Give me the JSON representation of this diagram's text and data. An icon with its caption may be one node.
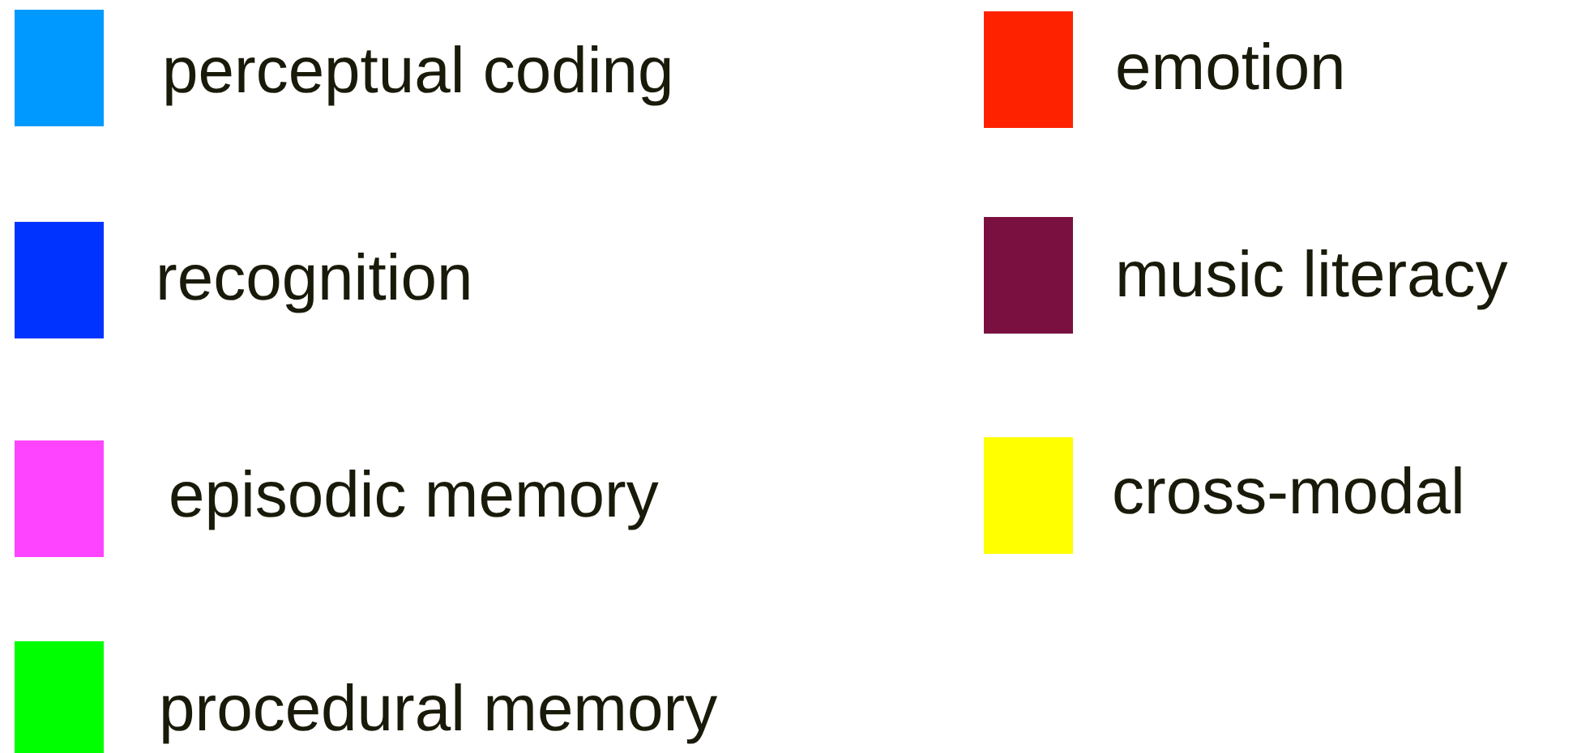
{
  "diagram": {
    "legend": [
      {
        "text": "perceptual coding",
        "color": "#0099ff"
      },
      {
        "text": "recognition",
        "color": "#0033ff"
      },
      {
        "text": "episodic memory",
        "color": "#ff44ff"
      },
      {
        "text": "procedural memory",
        "color": "#00ff00"
      },
      {
        "text": "emotion",
        "color": "#ff2200"
      },
      {
        "text": "music literacy",
        "color": "#7a1040"
      },
      {
        "text": "cross-modal",
        "color": "#ffff00"
      }
    ]
  }
}
